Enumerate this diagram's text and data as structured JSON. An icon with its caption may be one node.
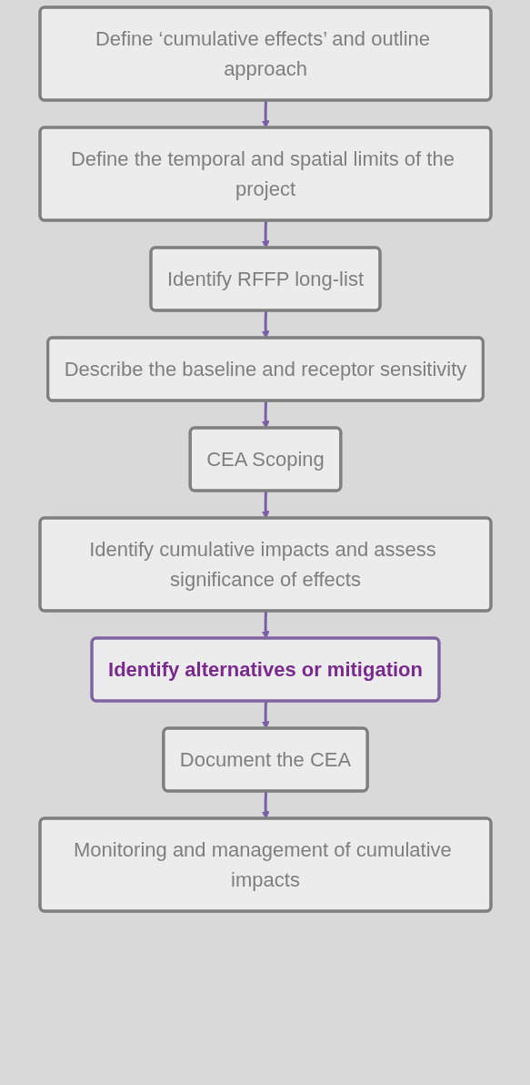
{
  "diagram": {
    "nodes": [
      {
        "text": [
          "Define ‘cumulative effects’ and outline approach"
        ]
      },
      {
        "text": [
          "Define the temporal and spatial limits of the project"
        ]
      },
      {
        "text": [
          "Identify RFFP long-list"
        ]
      },
      {
        "text": [
          "Describe the baseline and receptor sensitivity"
        ]
      },
      {
        "text": [
          "CEA Scoping"
        ]
      },
      {
        "text": [
          "Identify cumulative impacts and assess significance of effects"
        ]
      },
      {
        "text": [
          "Identify alternatives or mitigation"
        ]
      },
      {
        "text": [
          "Document the CEA"
        ]
      },
      {
        "text": [
          "Monitoring and management of cumulative impacts"
        ]
      }
    ],
    "edges": [
      {
        "from": 0,
        "to": 1,
        "arrow": "to"
      },
      {
        "from": 1,
        "to": 2,
        "arrow": "to"
      },
      {
        "from": 2,
        "to": 3,
        "arrow": "to"
      },
      {
        "from": 3,
        "to": 4,
        "arrow": "to"
      },
      {
        "from": 4,
        "to": 5,
        "arrow": "to"
      },
      {
        "from": 5,
        "to": 6,
        "arrow": "to"
      },
      {
        "from": 6,
        "to": 7,
        "arrow": "to"
      },
      {
        "from": 7,
        "to": 8,
        "arrow": "to"
      }
    ]
  }
}
